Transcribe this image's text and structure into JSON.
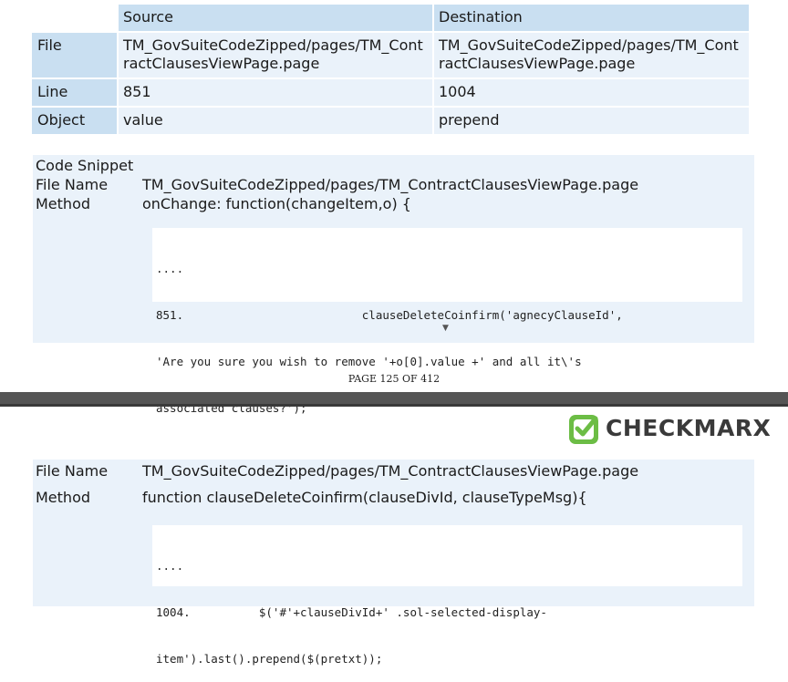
{
  "table": {
    "headers": [
      "Source",
      "Destination"
    ],
    "rows": [
      {
        "label": "File",
        "source": "TM_GovSuiteCodeZipped/pages/TM_ContractClausesViewPage.page",
        "destination": "TM_GovSuiteCodeZipped/pages/TM_ContractClausesViewPage.page"
      },
      {
        "label": "Line",
        "source": "851",
        "destination": "1004"
      },
      {
        "label": "Object",
        "source": "value",
        "destination": "prepend"
      }
    ]
  },
  "file_source_lines": [
    "TM_GovSuiteCodeZipped/pages/TM_Cont",
    "ractClausesViewPage.page"
  ],
  "file_dest_lines": [
    "TM_GovSuiteCodeZipped/pages/TM_Cont",
    "ractClausesViewPage.page"
  ],
  "snippet1": {
    "heading": "Code Snippet",
    "file_label": "File Name",
    "file_value": "TM_GovSuiteCodeZipped/pages/TM_ContractClausesViewPage.page",
    "method_label": "Method",
    "method_value": "onChange: function(changeItem,o) {",
    "code_lines": [
      "....",
      "851.                          clauseDeleteCoinfirm('agnecyClauseId',",
      "'Are you sure you wish to remove '+o[0].value +' and all it\\'s",
      "associated clauses?');"
    ],
    "arrow": "▼"
  },
  "footer": {
    "page_text": "PAGE 125 OF 412"
  },
  "logo": {
    "text": "CHECKMARX",
    "accent_color": "#6cbd45"
  },
  "snippet2": {
    "file_label": "File Name",
    "file_value": "TM_GovSuiteCodeZipped/pages/TM_ContractClausesViewPage.page",
    "method_label": "Method",
    "method_value": "function clauseDeleteCoinfirm(clauseDivId, clauseTypeMsg){",
    "code_lines": [
      "....",
      "1004.          $('#'+clauseDivId+' .sol-selected-display-",
      "item').last().prepend($(pretxt));"
    ]
  }
}
